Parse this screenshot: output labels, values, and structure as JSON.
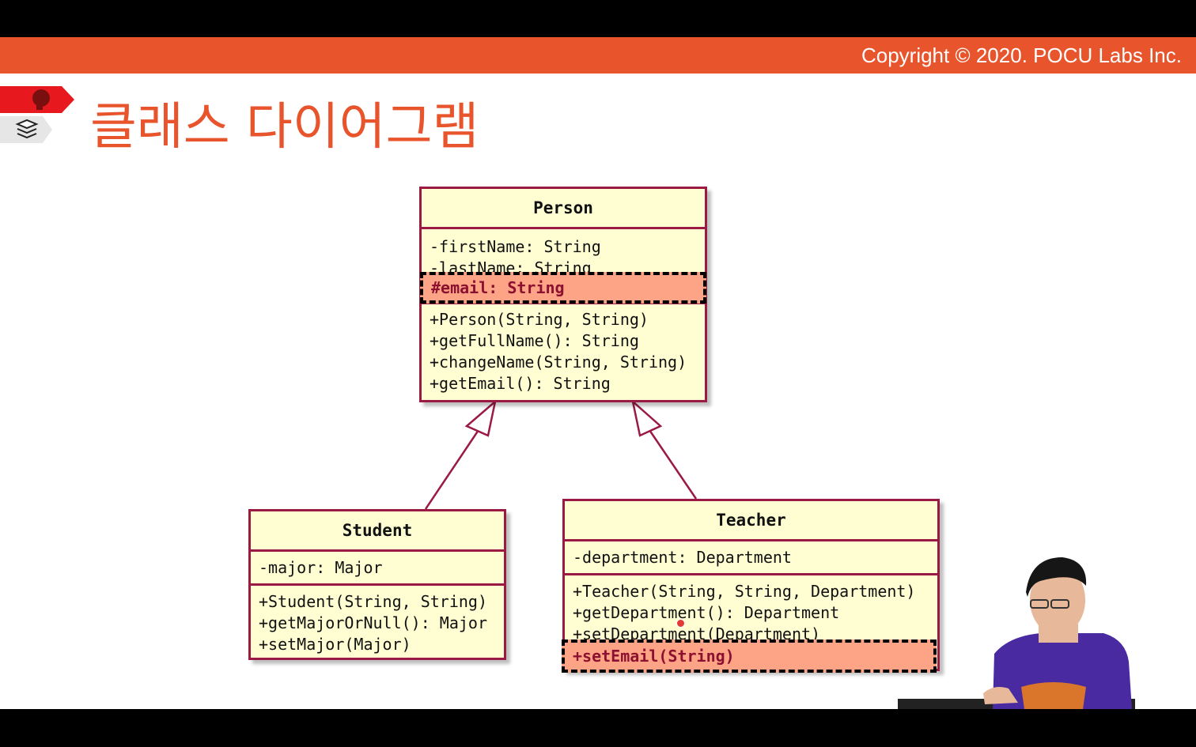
{
  "header": {
    "copyright": "Copyright © 2020. POCU Labs Inc."
  },
  "slide": {
    "title": "클래스 다이어그램"
  },
  "icons": {
    "tag1": "brain-icon",
    "tag2": "books-icon"
  },
  "colors": {
    "accent": "#e8552d",
    "box_fill": "#fefed2",
    "box_border": "#9b1a44",
    "highlight": "#fca485",
    "highlight_text": "#8c1030"
  },
  "diagram": {
    "person": {
      "name": "Person",
      "attributes": [
        "-firstName: String",
        "-lastName: String"
      ],
      "highlighted_attribute": "#email: String",
      "methods": [
        "+Person(String, String)",
        "+getFullName(): String",
        "+changeName(String, String)",
        "+getEmail(): String"
      ]
    },
    "student": {
      "name": "Student",
      "attributes": [
        "-major: Major"
      ],
      "methods": [
        "+Student(String, String)",
        "+getMajorOrNull(): Major",
        "+setMajor(Major)"
      ]
    },
    "teacher": {
      "name": "Teacher",
      "attributes": [
        "-department: Department"
      ],
      "methods": [
        "+Teacher(String, String, Department)",
        "+getDepartment(): Department",
        "+setDepartment(Department)"
      ],
      "highlighted_method": "+setEmail(String)"
    },
    "relations": [
      {
        "from": "Student",
        "to": "Person",
        "type": "inheritance"
      },
      {
        "from": "Teacher",
        "to": "Person",
        "type": "inheritance"
      }
    ]
  }
}
